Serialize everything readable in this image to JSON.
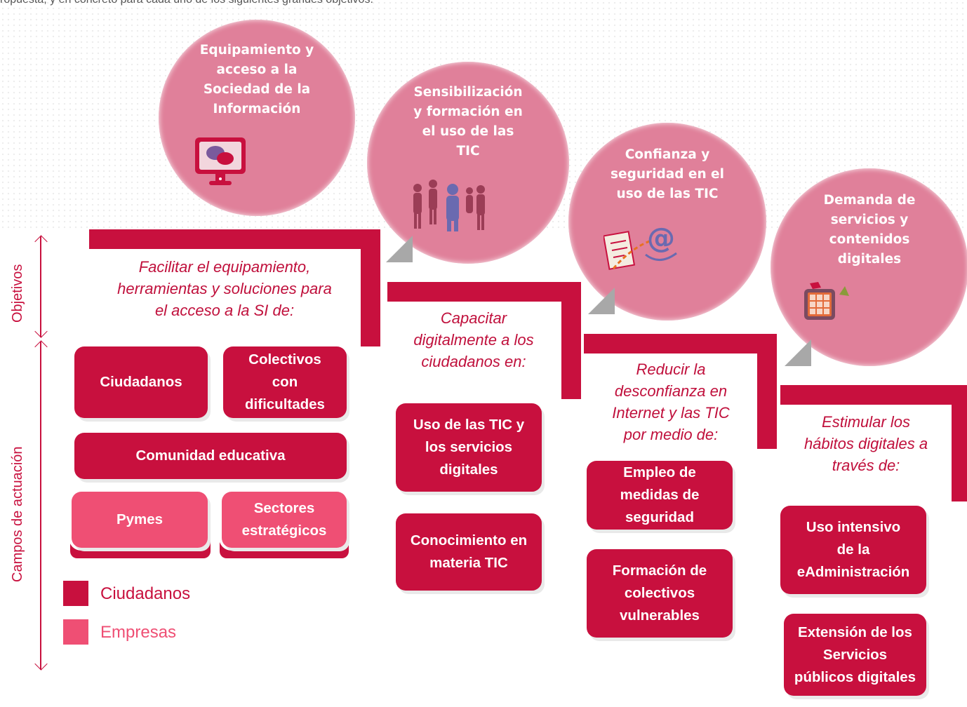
{
  "top_caption": "ropuesta, y en concreto para cada uno de los siguientes grandes objetivos:",
  "circles": [
    {
      "title_lines": [
        "Equipamiento y",
        "acceso a la",
        "Sociedad de la",
        "Información"
      ],
      "icon": "monitor-chat-icon"
    },
    {
      "title_lines": [
        "Sensibilización",
        "y formación en",
        "el uso de las",
        "TIC"
      ],
      "icon": "people-group-icon"
    },
    {
      "title_lines": [
        "Confianza y",
        "seguridad en el",
        "uso de las TIC"
      ],
      "icon": "email-security-icon"
    },
    {
      "title_lines": [
        "Demanda de",
        "servicios y",
        "contenidos",
        "digitales"
      ],
      "icon": "tablet-apps-icon"
    }
  ],
  "objectives": [
    {
      "lines": [
        "Facilitar el equipamiento,",
        "herramientas y soluciones para",
        "el acceso a la SI de:"
      ]
    },
    {
      "lines": [
        "Capacitar",
        "digitalmente a los",
        "ciudadanos en:"
      ]
    },
    {
      "lines": [
        "Reducir la",
        "desconfianza en",
        "Internet y  las TIC",
        "por medio de:"
      ]
    },
    {
      "lines": [
        "Estimular los",
        "hábitos digitales a",
        "través de:"
      ]
    }
  ],
  "side_labels": {
    "objetivos": "Objetivos",
    "campos": "Campos de actuación"
  },
  "boxes": {
    "col1": [
      {
        "lines": [
          "Ciudadanos"
        ],
        "type": "ciudadanos"
      },
      {
        "lines": [
          "Colectivos",
          "con",
          "dificultades"
        ],
        "type": "ciudadanos"
      },
      {
        "lines": [
          "Comunidad educativa"
        ],
        "type": "ciudadanos"
      },
      {
        "lines": [
          "Pymes"
        ],
        "type": "empresas"
      },
      {
        "lines": [
          "Sectores",
          "estratégicos"
        ],
        "type": "empresas"
      }
    ],
    "col2": [
      {
        "lines": [
          "Uso de las TIC y",
          "los servicios",
          "digitales"
        ],
        "type": "ciudadanos"
      },
      {
        "lines": [
          "Conocimiento en",
          "materia TIC"
        ],
        "type": "ciudadanos"
      }
    ],
    "col3": [
      {
        "lines": [
          "Empleo de",
          "medidas de",
          "seguridad"
        ],
        "type": "ciudadanos"
      },
      {
        "lines": [
          "Formación de",
          "colectivos",
          "vulnerables"
        ],
        "type": "ciudadanos"
      }
    ],
    "col4": [
      {
        "lines": [
          "Uso intensivo",
          "de la",
          "eAdministración"
        ],
        "type": "ciudadanos"
      },
      {
        "lines": [
          "Extensión de los",
          "Servicios",
          "públicos digitales"
        ],
        "type": "ciudadanos"
      }
    ]
  },
  "legend": [
    {
      "label": "Ciudadanos",
      "color": "#c8103e"
    },
    {
      "label": "Empresas",
      "color": "#ef4f74"
    }
  ],
  "colors": {
    "primary": "#c8103e",
    "light": "#ef4f74",
    "circle": "#e0809a"
  }
}
